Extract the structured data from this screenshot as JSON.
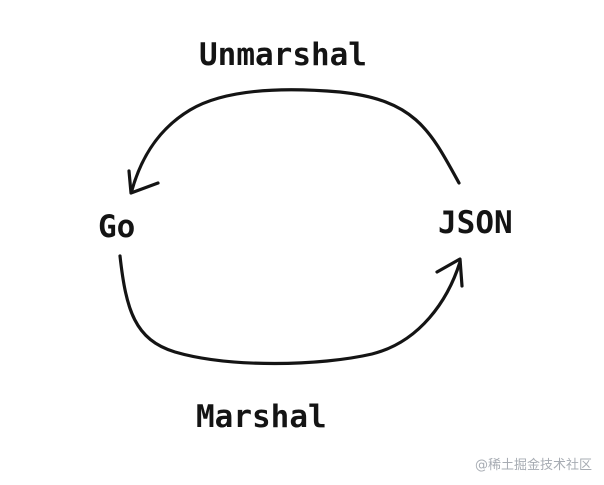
{
  "diagram": {
    "nodes": {
      "go": {
        "label": "Go"
      },
      "json": {
        "label": "JSON"
      }
    },
    "edges": [
      {
        "from": "json",
        "to": "go",
        "label": "Unmarshal"
      },
      {
        "from": "go",
        "to": "json",
        "label": "Marshal"
      }
    ],
    "stroke_color": "#141414"
  },
  "watermark": {
    "text": "@稀土掘金技术社区"
  }
}
